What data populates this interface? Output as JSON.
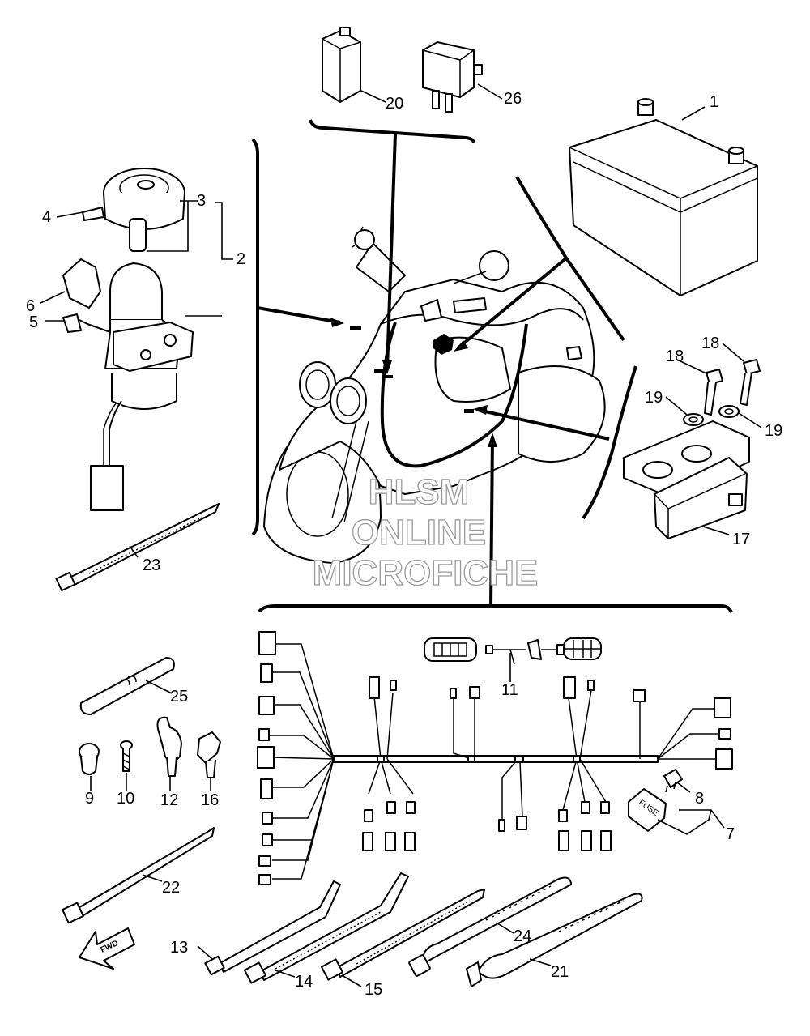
{
  "diagram": {
    "callouts": [
      "1",
      "2",
      "3",
      "4",
      "5",
      "6",
      "7",
      "8",
      "9",
      "10",
      "11",
      "12",
      "13",
      "14",
      "15",
      "16",
      "17",
      "18",
      "19",
      "20",
      "21",
      "22",
      "23",
      "24",
      "25",
      "26"
    ],
    "watermark": [
      "HLSM",
      "ONLINE",
      "MICROFICHE"
    ],
    "fuse_label": "FUSE",
    "fwd_label": "FWD"
  }
}
